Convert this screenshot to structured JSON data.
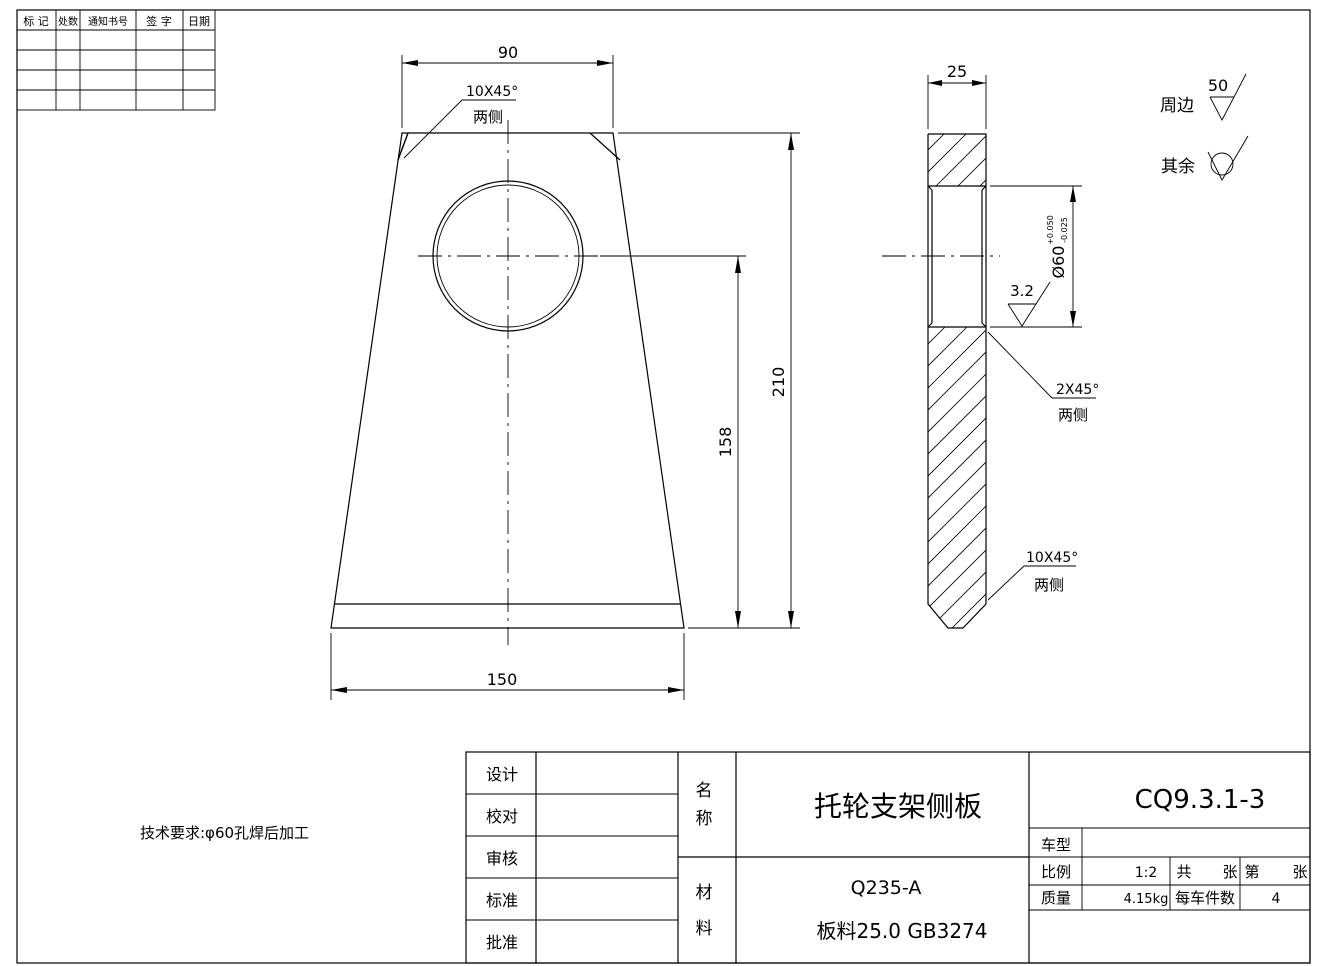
{
  "revision_table": {
    "headers": [
      "标 记",
      "处数",
      "通知书号",
      "签 字",
      "日期"
    ]
  },
  "front_view": {
    "dim_top_width": "90",
    "dim_bottom_width": "150",
    "dim_total_height": "210",
    "dim_hole_height": "158",
    "chamfer_top": "10X45°",
    "chamfer_top_note": "两侧"
  },
  "side_view": {
    "dim_thickness": "25",
    "dim_bore": "Ø60",
    "bore_tol_upper": "+0.050",
    "bore_tol_lower": "-0.025",
    "bore_roughness": "3.2",
    "chamfer_mid": "2X45°",
    "chamfer_mid_note": "两侧",
    "chamfer_bottom": "10X45°",
    "chamfer_bottom_note": "两侧"
  },
  "roughness_legend": {
    "periphery_label": "周边",
    "periphery_value": "50",
    "rest_label": "其余"
  },
  "tech_requirement": "技术要求:φ60孔焊后加工",
  "title_block": {
    "left_labels": [
      "设计",
      "校对",
      "审核",
      "标准",
      "批准"
    ],
    "name_label": [
      "名",
      "称"
    ],
    "part_name": "托轮支架侧板",
    "material_label": [
      "材",
      "料"
    ],
    "material_line1": "Q235-A",
    "material_line2": "板料25.0  GB3274",
    "drawing_number": "CQ9.3.1-3",
    "vehicle_type_label": "车型",
    "scale_label": "比例",
    "scale_value": "1:2",
    "total_label": "共",
    "sheet_label": "张",
    "page_label": "第",
    "page_sheet_label": "张",
    "mass_label": "质量",
    "mass_value": "4.15kg",
    "per_vehicle_label": "每车件数",
    "per_vehicle_value": "4"
  }
}
